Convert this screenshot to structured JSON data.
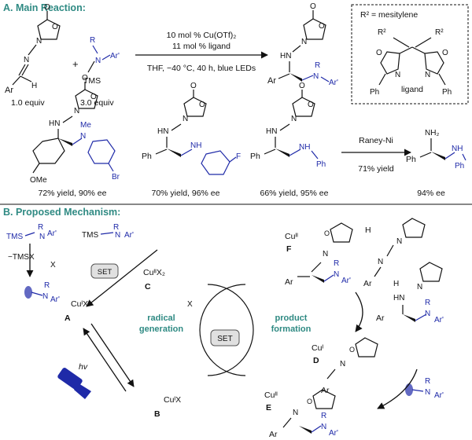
{
  "section_a": {
    "title": "A. Main Reaction:",
    "reagent1_equiv": "1.0 equiv",
    "reagent2_equiv": "3.0 equiv",
    "reagent2_group": "TMS",
    "plus": "+",
    "catalyst": "10 mol % Cu(OTf)₂",
    "ligand_loading": "11 mol % ligand",
    "conditions": "THF, −40 °C, 40 h, blue LEDs",
    "ligand_box": {
      "r2_def": "R² = mesitylene",
      "r2_label": "R²",
      "caption": "ligand",
      "ph_label": "Ph"
    },
    "atom_labels": {
      "ar": "Ar",
      "ar_prime": "Ar'",
      "n": "N",
      "h": "H",
      "hn": "HN",
      "r": "R",
      "o": "O",
      "ph": "Ph",
      "me": "Me",
      "ome": "OMe",
      "br": "Br",
      "f": "F",
      "nh": "NH",
      "n_ph": "N",
      "nh2": "NH₂"
    },
    "products": [
      {
        "result": "72% yield, 90% ee"
      },
      {
        "result": "70% yield, 96% ee"
      },
      {
        "result": "66% yield, 95% ee"
      }
    ],
    "derivatization": {
      "reagent": "Raney-Ni",
      "yield": "71% yield",
      "result": "94% ee"
    }
  },
  "section_b": {
    "title": "B. Proposed Mechanism:",
    "tms": "TMS",
    "tmsx": "−TMSX",
    "x_minus": "X",
    "set_label": "SET",
    "hv_label": "hv",
    "h_plus": "H",
    "radical_generation": [
      "radical",
      "generation"
    ],
    "product_formation": [
      "product",
      "formation"
    ],
    "species": {
      "A": {
        "letter": "A",
        "formula": "CuᴵX"
      },
      "B": {
        "letter": "B",
        "formula": "CuᴵX"
      },
      "C": {
        "letter": "C",
        "formula": "CuᴵᴵX₂"
      },
      "D": {
        "letter": "D",
        "formula": "Cuᴵ"
      },
      "E": {
        "letter": "E",
        "formula": "Cuᴵᴵ"
      },
      "F": {
        "letter": "F",
        "formula": "Cuᴵᴵ"
      }
    }
  }
}
